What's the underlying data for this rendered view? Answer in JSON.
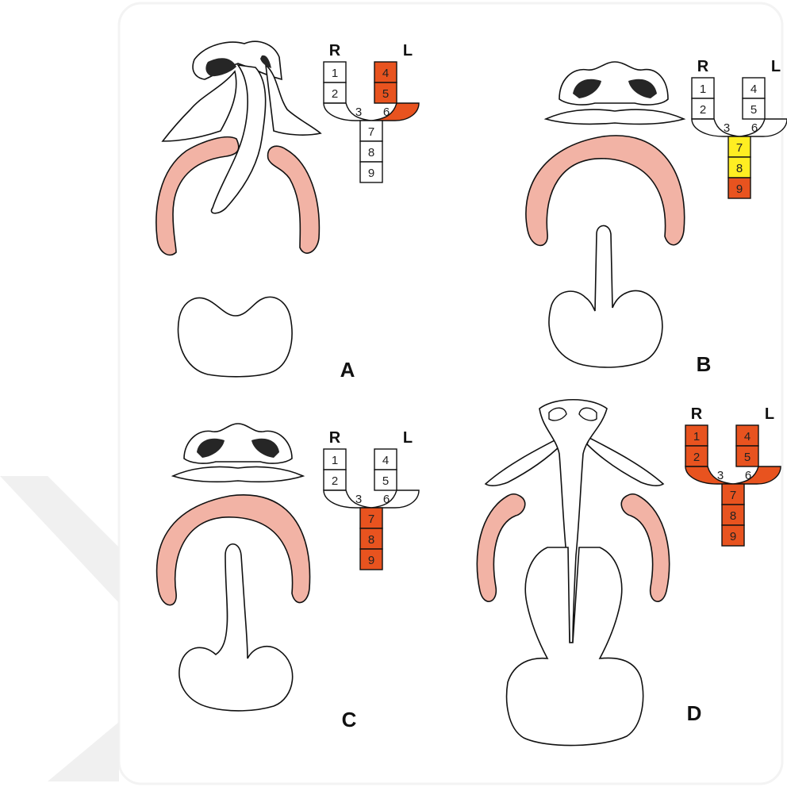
{
  "colors": {
    "background": "#ffffff",
    "card_shadow": "#eeeeee",
    "outline": "#111111",
    "palate": "#f2b3a5",
    "nostril": "#262626",
    "affected": "#e8531f",
    "incomplete": "#ffee22",
    "normal": "#ffffff"
  },
  "panels": [
    {
      "label": "A",
      "side_right": "R",
      "side_left": "L",
      "cells": [
        "1",
        "2",
        "3",
        "4",
        "5",
        "6",
        "7",
        "8",
        "9"
      ],
      "status": [
        "normal",
        "normal",
        "normal",
        "affected",
        "affected",
        "affected",
        "normal",
        "normal",
        "normal"
      ]
    },
    {
      "label": "B",
      "side_right": "R",
      "side_left": "L",
      "cells": [
        "1",
        "2",
        "3",
        "4",
        "5",
        "6",
        "7",
        "8",
        "9"
      ],
      "status": [
        "normal",
        "normal",
        "normal",
        "normal",
        "normal",
        "normal",
        "incomplete",
        "incomplete",
        "affected"
      ]
    },
    {
      "label": "C",
      "side_right": "R",
      "side_left": "L",
      "cells": [
        "1",
        "2",
        "3",
        "4",
        "5",
        "6",
        "7",
        "8",
        "9"
      ],
      "status": [
        "normal",
        "normal",
        "normal",
        "normal",
        "normal",
        "normal",
        "affected",
        "affected",
        "affected"
      ]
    },
    {
      "label": "D",
      "side_right": "R",
      "side_left": "L",
      "cells": [
        "1",
        "2",
        "3",
        "4",
        "5",
        "6",
        "7",
        "8",
        "9"
      ],
      "status": [
        "affected",
        "affected",
        "affected",
        "affected",
        "affected",
        "affected",
        "affected",
        "affected",
        "affected"
      ]
    }
  ]
}
